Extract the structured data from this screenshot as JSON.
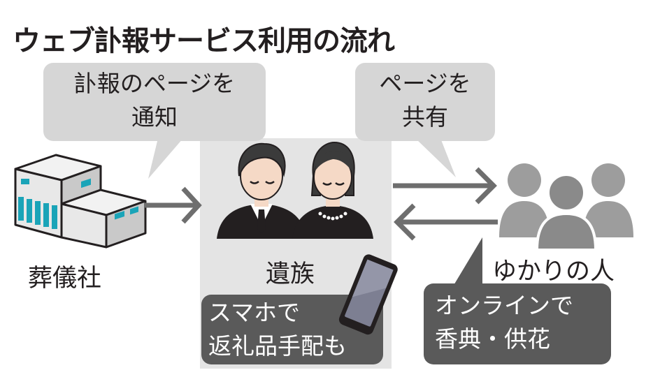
{
  "title": "ウェブ訃報サービス利用の流れ",
  "bubbles": {
    "notify": {
      "line1": "訃報のページを",
      "line2": "通知"
    },
    "share": {
      "line1": "ページを",
      "line2": "共有"
    }
  },
  "labels": {
    "funeral_company": "葬儀社",
    "bereaved_family": "遺族",
    "connected_people": "ゆかりの人"
  },
  "boxes": {
    "smartphone": {
      "line1": "スマホで",
      "line2": "返礼品手配も"
    },
    "online": {
      "line1": "オンラインで",
      "line2": "香典・供花"
    }
  },
  "colors": {
    "bubble": "#d6d6d6",
    "panel": "#e4e4e4",
    "dark_box": "#5a5a5a",
    "arrow": "#6e6e6e",
    "people": "#9d9d9d",
    "building_teal": "#1aa4b8"
  }
}
